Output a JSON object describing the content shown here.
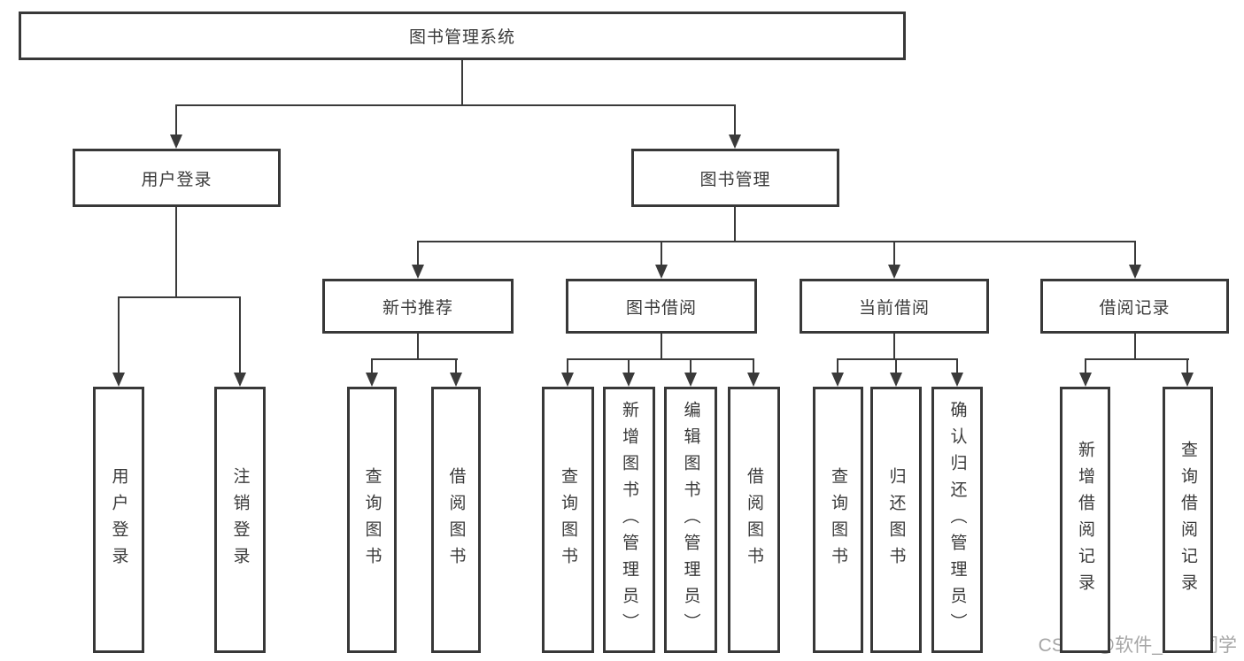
{
  "diagram": {
    "root": "图书管理系统",
    "user_login": {
      "label": "用户登录",
      "children": [
        "用户登录",
        "注销登录"
      ]
    },
    "book_management": {
      "label": "图书管理",
      "groups": [
        {
          "label": "新书推荐",
          "children": [
            "查询图书",
            "借阅图书"
          ]
        },
        {
          "label": "图书借阅",
          "children": [
            "查询图书",
            "新增图书（管理员）",
            "编辑图书（管理员）",
            "借阅图书"
          ]
        },
        {
          "label": "当前借阅",
          "children": [
            "查询图书",
            "归还图书",
            "确认归还（管理员）"
          ]
        },
        {
          "label": "借阅记录",
          "children": [
            "新增借阅记录",
            "查询借阅记录"
          ]
        }
      ]
    }
  },
  "colors": {
    "line": "#3a3a3a",
    "watermark": "#a6a6a6"
  },
  "watermark": "CSDN @软件_小贺同学"
}
